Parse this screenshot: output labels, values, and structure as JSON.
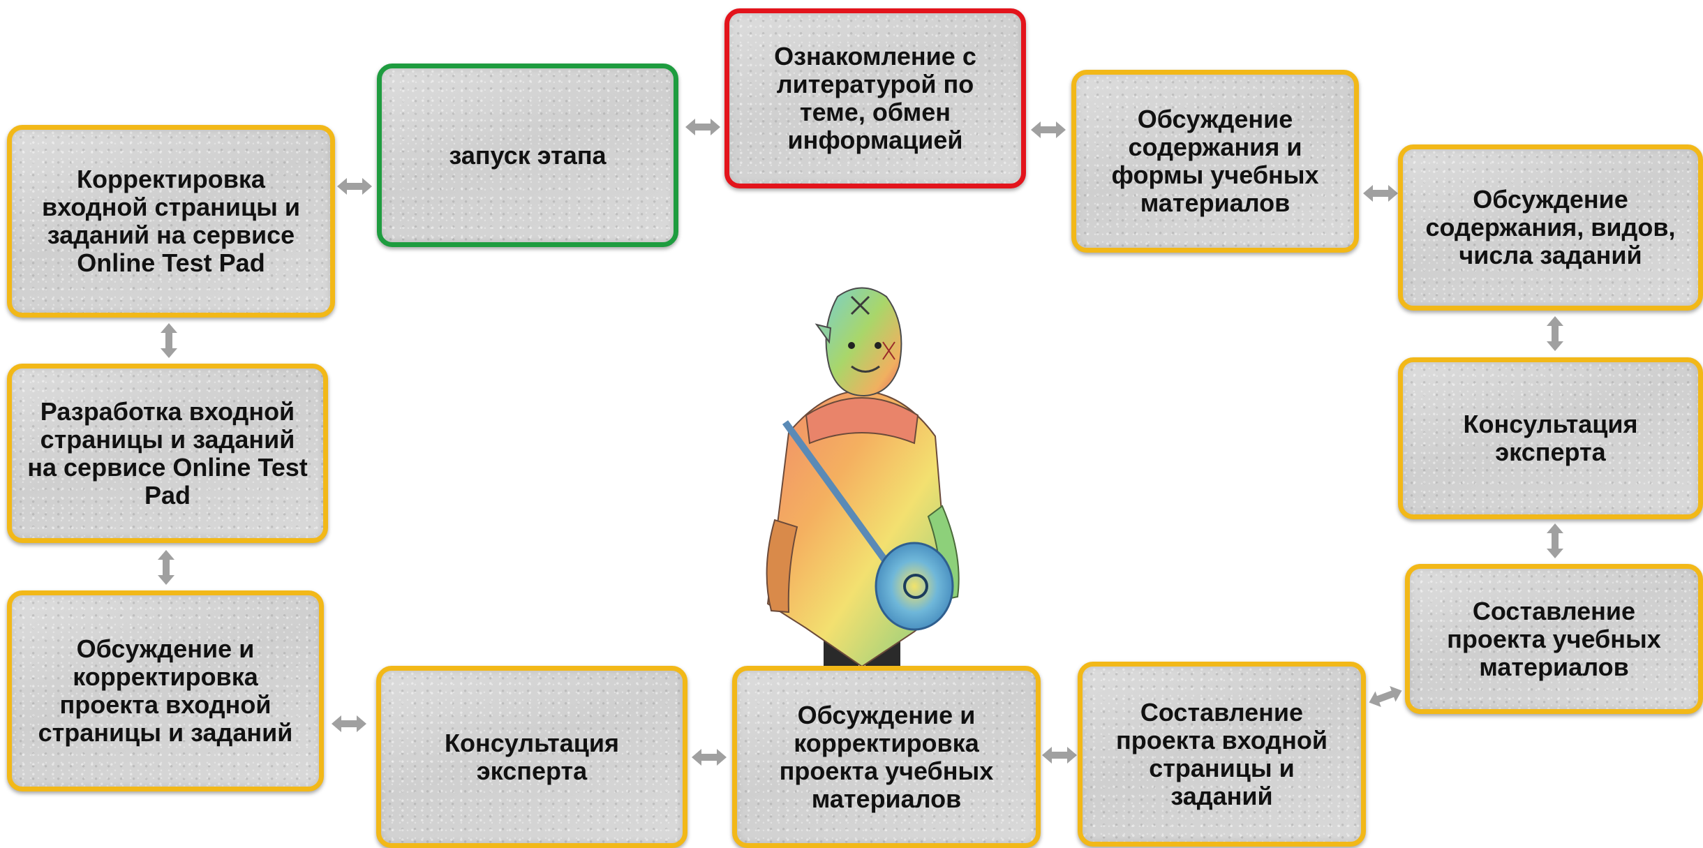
{
  "colors": {
    "box_border": "#f2b818",
    "start_border": "#1e9c3f",
    "focus_border": "#e3141c",
    "box_fill": "#d6d6d6",
    "arrow": "#a0a0a0"
  },
  "nodes": {
    "launch": "запуск этапа",
    "literature": "Ознакомление с\nлитературой по\nтеме, обмен\nинформацией",
    "discuss_form": "Обсуждение\nсодержания и\nформы учебных\nматериалов",
    "discuss_tasks": "Обсуждение\nсодержания, видов,\nчисла заданий",
    "expert_right": "Консультация\nэксперта",
    "draft_materials": "Составление\nпроекта учебных\nматериалов",
    "draft_entry": "Составление\nпроекта входной\nстраницы и\nзаданий",
    "correct_materials": "Обсуждение и\nкорректировка\nпроекта учебных\nматериалов",
    "expert_bottom": "Консультация\nэксперта",
    "correct_entry": "Обсуждение и\nкорректировка\nпроекта входной\nстраницы и заданий",
    "develop_entry": "Разработка входной\nстраницы и заданий\nна сервисе Online Test\nPad",
    "adjust_entry": "Корректировка\nвходной страницы и\nзаданий на сервисе\nOnline Test Pad"
  },
  "illustration": "character-drawing"
}
